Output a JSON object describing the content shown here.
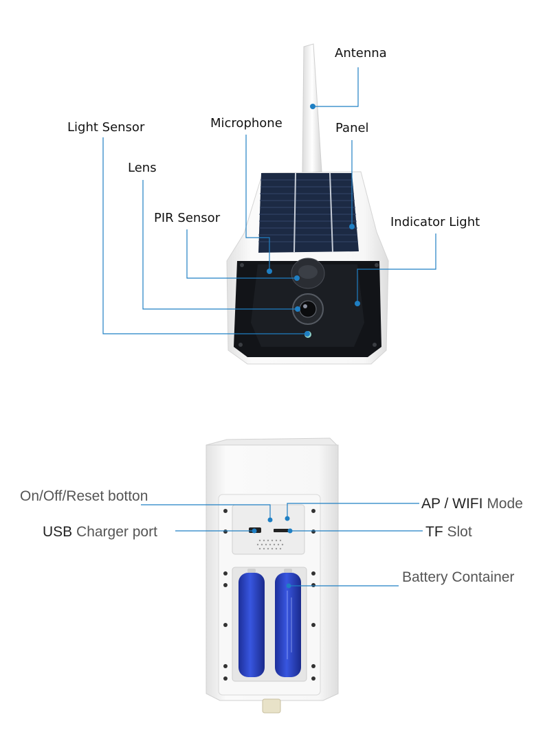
{
  "colors": {
    "leader_line": "#1f7fc3",
    "dot": "#1f7fc3",
    "housing": "#f3f3f3",
    "face": "#111316",
    "solar": "#1c2a44",
    "battery": "#2a44c8"
  },
  "top_labels": {
    "antenna": "Antenna",
    "light_sensor": "Light Sensor",
    "microphone": "Microphone",
    "panel": "Panel",
    "lens": "Lens",
    "pir_sensor": "PIR Sensor",
    "indicator_light": "Indicator Light"
  },
  "bottom_labels": {
    "power_button_a": "On/Off/Reset",
    "power_button_b": "botton",
    "usb_a": "USB",
    "usb_b": "Charger port",
    "ap_wifi_a": "AP / WIFI",
    "ap_wifi_b": "Mode",
    "tf_a": "TF",
    "tf_b": "Slot",
    "battery": "Battery Container"
  }
}
